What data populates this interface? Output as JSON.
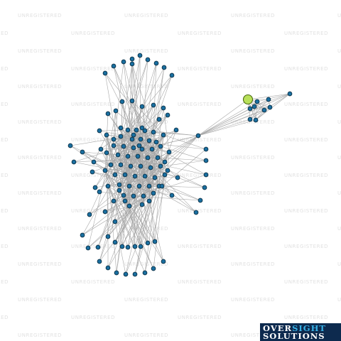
{
  "watermark": {
    "text": "UNREGISTERED"
  },
  "logo": {
    "word1": "OVER",
    "word2": "SIGHT",
    "word3": "SOLUTIONS"
  },
  "colors": {
    "node_fill": "#1a6fa0",
    "node_stroke": "#0b2f44",
    "edge": "#a8a8a8",
    "highlight_fill": "#b8e05a",
    "highlight_stroke": "#4a6a10"
  }
}
